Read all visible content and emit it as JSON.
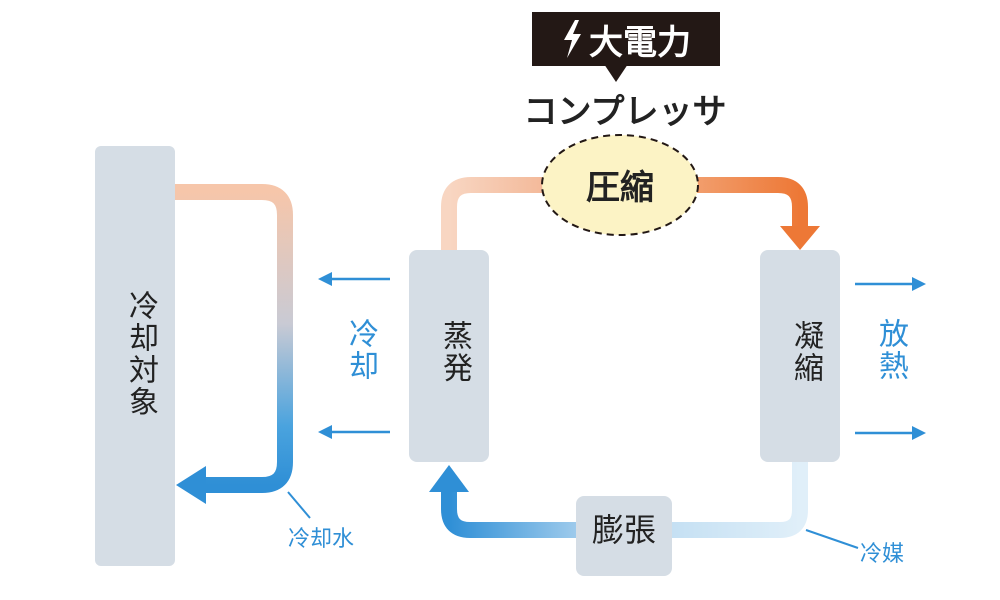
{
  "badge": {
    "label": "大電力",
    "icon": "lightning-icon"
  },
  "compressor": {
    "label": "コンプレッサ",
    "process": "圧縮"
  },
  "cooling_target": {
    "label": "冷却対象"
  },
  "evaporator": {
    "label": "蒸発"
  },
  "condenser": {
    "label": "凝縮"
  },
  "expansion": {
    "label": "膨張"
  },
  "cooling_label": "冷却",
  "heat_release_label": "放熱",
  "cooling_water_label": "冷却水",
  "refrigerant_label": "冷媒",
  "colors": {
    "box": "#d5dde5",
    "hot": "#ed7836",
    "warm": "#f6c8ad",
    "cold": "#2f8fd6",
    "pale_blue": "#d6eaf8",
    "badge": "#231815",
    "compressor_fill": "#fcf3c5"
  }
}
